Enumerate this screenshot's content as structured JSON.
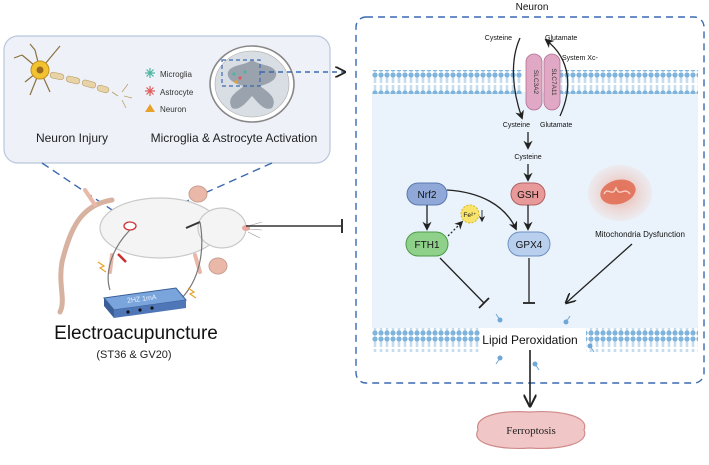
{
  "left_panel": {
    "neuron_injury_label": "Neuron Injury",
    "activation_label": "Microglia & Astrocyte Activation",
    "legend": [
      {
        "label": "Microglia",
        "color": "#4fb3a0"
      },
      {
        "label": "Astrocyte",
        "color": "#e05a5a"
      },
      {
        "label": "Neuron",
        "color": "#e8a12a"
      }
    ],
    "device_label": "2HZ 1mA",
    "treatment_title": "Electroacupuncture",
    "treatment_subtitle": "(ST36 & GV20)"
  },
  "neuron_panel": {
    "title": "Neuron",
    "transporter": {
      "top_left": "Cysteine",
      "top_right": "Glutamate",
      "system_label": "System Xc-",
      "slc3a2": "SLC3A2",
      "slc7a11": "SLC7A11",
      "bottom_left": "Cysteine",
      "bottom_right": "Glutamate"
    },
    "cysteine_label": "Cysteine",
    "nodes": {
      "nrf2": "Nrf2",
      "gsh": "GSH",
      "fth1": "FTH1",
      "gpx4": "GPX4",
      "fe": "Fe²⁺"
    },
    "mitochondria_label": "Mitochondria  Dysfunction",
    "lipid_label": "Lipid Peroxidation"
  },
  "outcome_label": "Ferroptosis",
  "colors": {
    "dash_border": "#3a6ab0",
    "membrane": "#7fb4dc",
    "cytoplasm": "#eaf3fb",
    "panel_fill": "#eef2f8",
    "nrf2": "#8fa8d8",
    "gsh": "#e89a9a",
    "fth1": "#8fd08a",
    "gpx4": "#b8cfee",
    "transporter": "#e0a8c4",
    "ferroptosis": "#f1c6c6"
  }
}
